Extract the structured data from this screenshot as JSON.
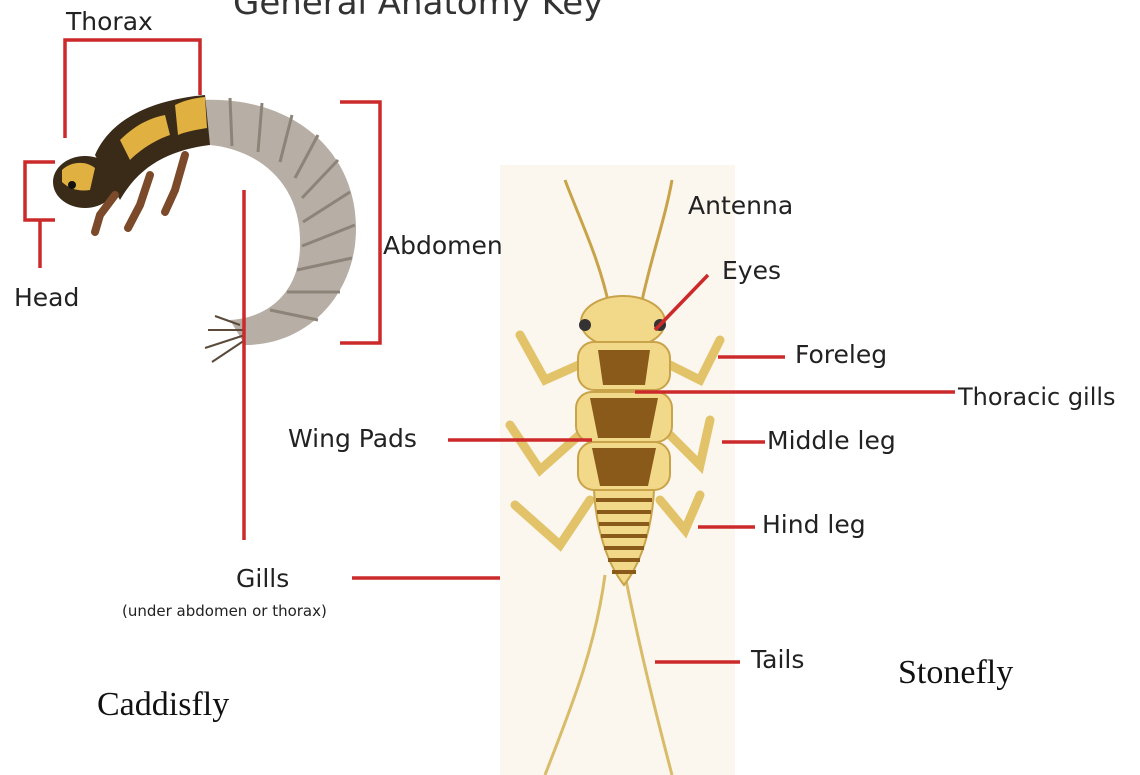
{
  "title": "General Anatomy Key",
  "colors": {
    "leader": "#cc2a2a",
    "caddis_body": "#b7aea5",
    "caddis_dark": "#3a2a18",
    "caddis_yellow": "#e0b040",
    "stonefly_body": "#f2d98a",
    "stonefly_dark": "#8a5a1a"
  },
  "caddisfly": {
    "name": "Caddisfly",
    "labels": {
      "thorax": "Thorax",
      "head": "Head",
      "abdomen": "Abdomen",
      "gills": "Gills",
      "gills_note": "(under abdomen or thorax)"
    }
  },
  "stonefly": {
    "name": "Stonefly",
    "labels": {
      "antenna": "Antenna",
      "eyes": "Eyes",
      "foreleg": "Foreleg",
      "thoracic_gills": "Thoracic gills",
      "wing_pads": "Wing Pads",
      "middle_leg": "Middle leg",
      "hind_leg": "Hind leg",
      "tails": "Tails"
    }
  }
}
